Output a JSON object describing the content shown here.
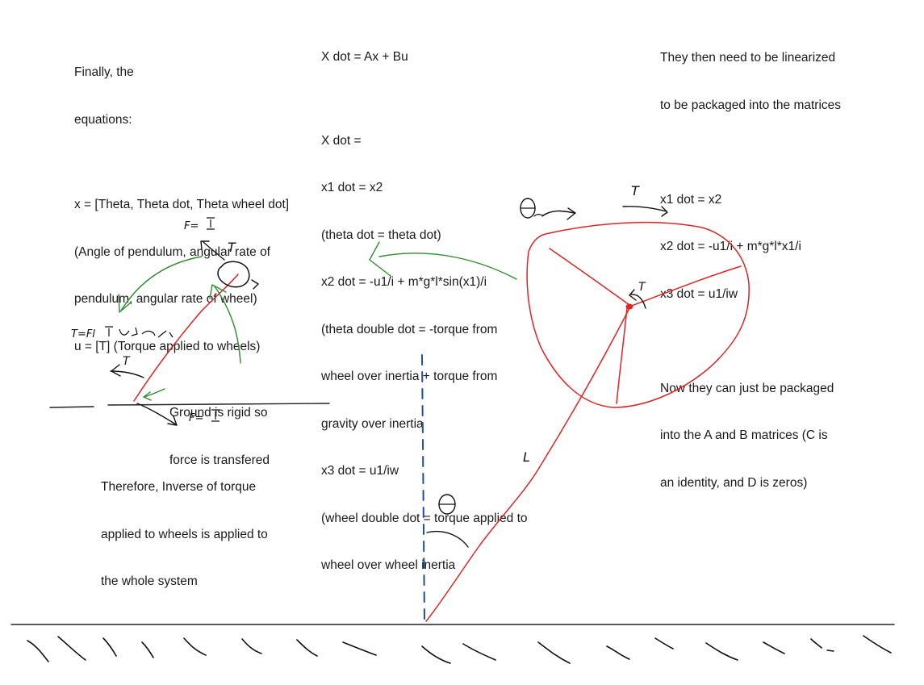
{
  "left_notes": {
    "heading": [
      "Finally, the",
      "equations:"
    ],
    "state": [
      "x = [Theta, Theta dot, Theta wheel dot]",
      "(Angle of pendulum, angular rate of",
      "pendulum, angular rate of wheel)",
      "u = [T] (Torque applied to wheels)"
    ]
  },
  "middle_notes": {
    "lines": [
      "X dot = Ax + Bu",
      "X dot =",
      "x1 dot = x2",
      "(theta dot = theta dot)",
      "x2 dot = -u1/i + m*g*l*sin(x1)/i",
      "(theta double dot = -torque from",
      "wheel over inertia + torque from",
      "gravity over inertia",
      "x3 dot = u1/iw",
      "(wheel double dot = torque applied to",
      "wheel over wheel inertia"
    ]
  },
  "right_notes": {
    "lines": [
      "They then need to be linearized",
      "to be packaged into the matrices",
      "",
      "x1 dot = x2",
      "x2 dot = -u1/i + m*g*l*x1/i",
      "x3 dot = u1/iw",
      "",
      "Now they can just be packaged",
      "into the A and B matrices (C is",
      "an identity, and D is zeros)"
    ]
  },
  "ground_note": [
    "Ground is rigid so",
    "force is transfered"
  ],
  "conclusion_note": [
    "Therefore, Inverse of torque",
    "applied to wheels is applied to",
    "the whole system"
  ],
  "handwritten_labels": {
    "torque_top": "T",
    "torque_wheel": "T",
    "torque_hub": "T",
    "torque_small_wheel": "T",
    "torque_left": "T",
    "length": "L",
    "theta": "θ",
    "theta_w": "θw",
    "force_top": "F=",
    "force_bottom": "F=",
    "force_middle": "T=Fl"
  },
  "colors": {
    "text": "#1a1a1a",
    "wheel": "#e02424",
    "arrow_green": "#2e8b2e",
    "vertical_dash": "#1f4e9c",
    "ink": "#111111"
  }
}
